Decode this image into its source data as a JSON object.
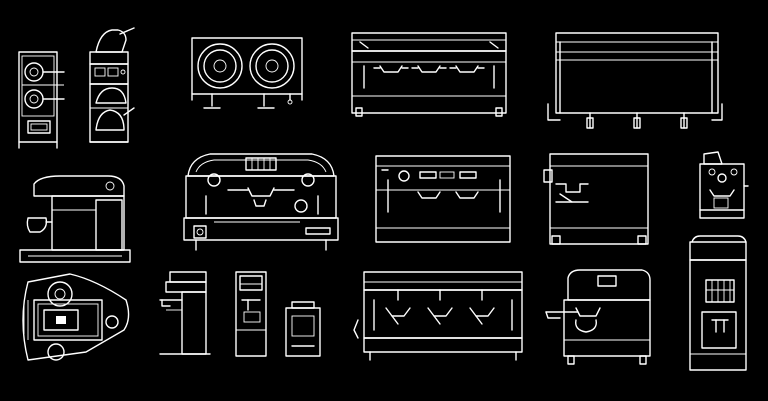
{
  "page": {
    "background": "#000000",
    "line_color": "#ffffff"
  },
  "blocks": [
    {
      "id": "b01",
      "icon": "coffee-brewer-twin-warmer-icon"
    },
    {
      "id": "b02",
      "icon": "coffee-brewer-carafe-icon"
    },
    {
      "id": "b03",
      "icon": "double-coffee-warmer-icon"
    },
    {
      "id": "b04",
      "icon": "espresso-machine-3-group-icon"
    },
    {
      "id": "b05",
      "icon": "espresso-machine-wide-icon"
    },
    {
      "id": "b06",
      "icon": "pod-espresso-machine-side-icon"
    },
    {
      "id": "b07",
      "icon": "espresso-machine-2-group-ornate-icon"
    },
    {
      "id": "b08",
      "icon": "espresso-machine-3-group-box-icon"
    },
    {
      "id": "b09",
      "icon": "espresso-machine-1-group-icon"
    },
    {
      "id": "b10",
      "icon": "home-espresso-grinder-icon"
    },
    {
      "id": "b11",
      "icon": "espresso-machine-top-view-icon"
    },
    {
      "id": "b12",
      "icon": "iced-tea-brewer-icon"
    },
    {
      "id": "b13",
      "icon": "single-cup-brewer-icon"
    },
    {
      "id": "b14",
      "icon": "hot-water-dispenser-icon"
    },
    {
      "id": "b15",
      "icon": "espresso-machine-3-group-legs-icon"
    },
    {
      "id": "b16",
      "icon": "espresso-machine-compact-icon"
    },
    {
      "id": "b17",
      "icon": "superautomatic-machine-icon"
    }
  ]
}
